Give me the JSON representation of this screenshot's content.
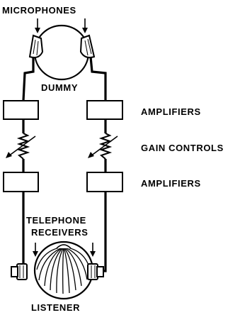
{
  "labels": {
    "microphones": "MICROPHONES",
    "dummy": "DUMMY",
    "amplifiers_top": "AMPLIFIERS",
    "gain_controls": "GAIN CONTROLS",
    "amplifiers_bottom": "AMPLIFIERS",
    "telephone": "TELEPHONE",
    "receivers": "RECEIVERS",
    "listener": "LISTENER"
  },
  "colors": {
    "ink": "#000000",
    "paper": "#ffffff"
  },
  "icons": {
    "dummy": "dummy-head-icon",
    "microphone": "microphone-icon",
    "listener": "listener-head-icon",
    "receiver": "telephone-receiver-icon",
    "gain": "variable-resistor-icon"
  }
}
